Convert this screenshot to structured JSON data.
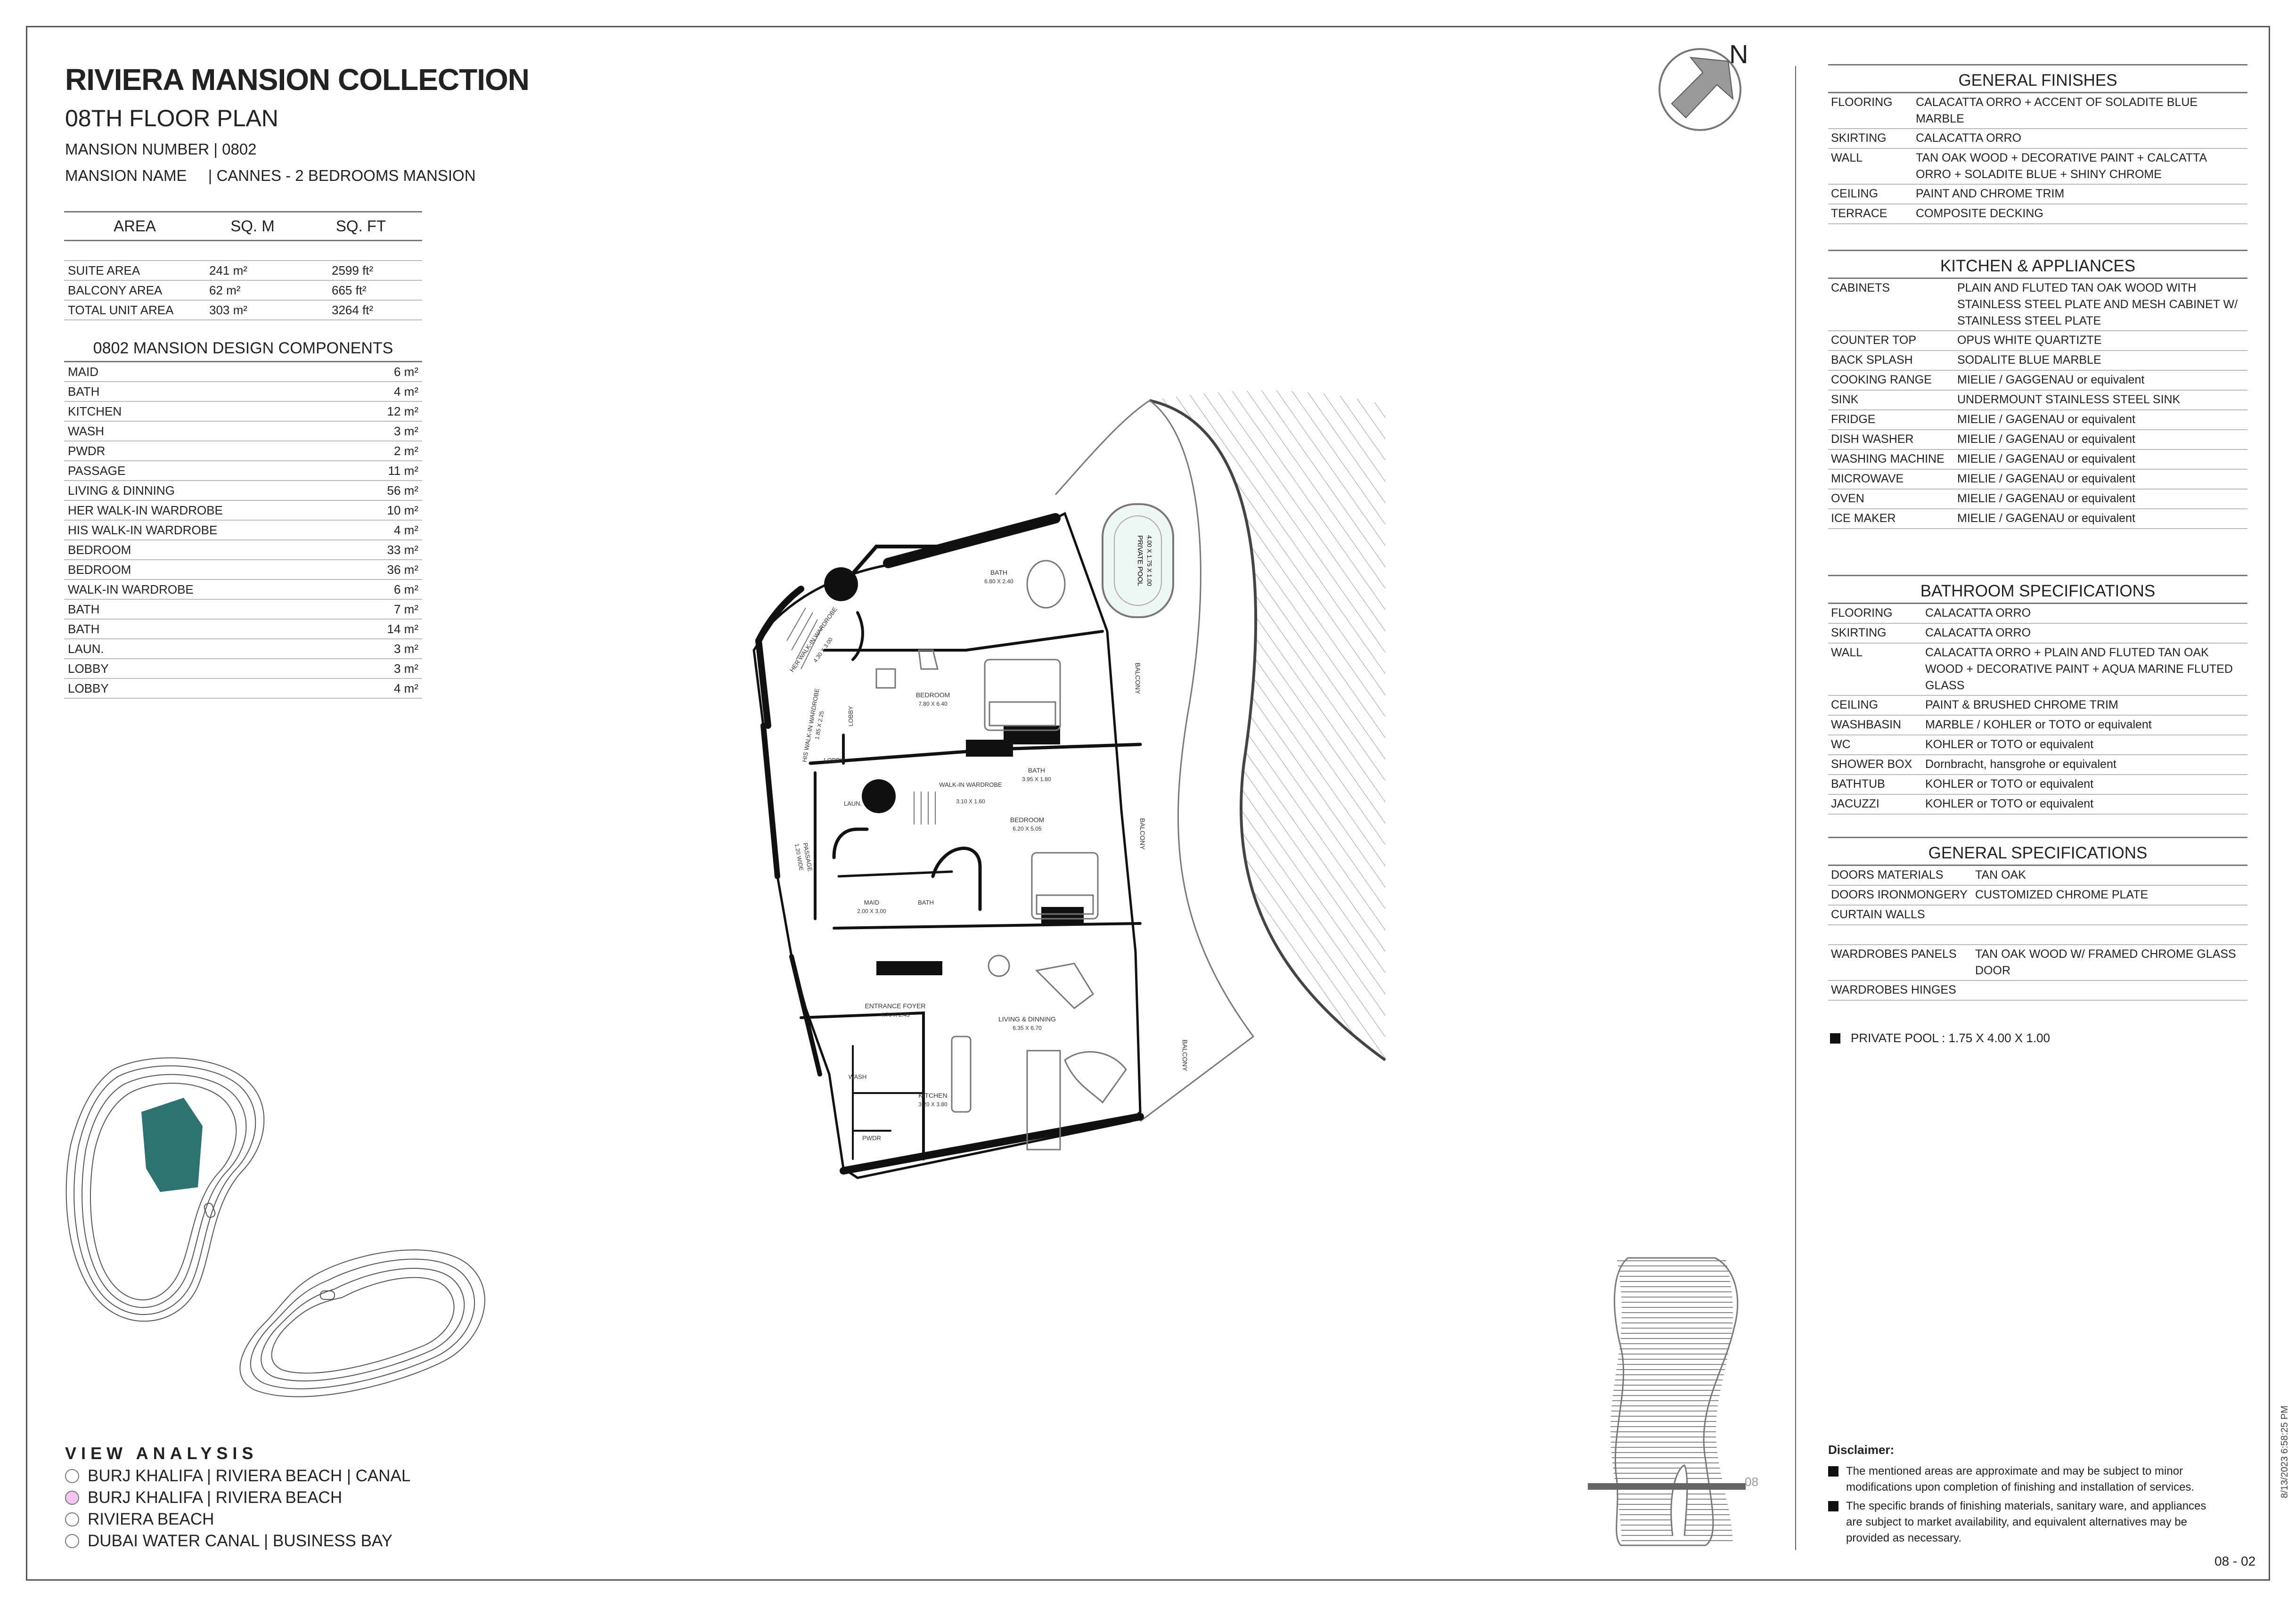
{
  "header": {
    "title": "RIVIERA MANSION COLLECTION",
    "floor": "08TH FLOOR PLAN",
    "mansion_number_label": "MANSION NUMBER",
    "mansion_number": "| 0802",
    "mansion_name_label": "MANSION NAME",
    "mansion_name": "| CANNES - 2 BEDROOMS MANSION"
  },
  "area": {
    "headers": [
      "AREA",
      "SQ. M",
      "SQ. FT"
    ],
    "rows": [
      {
        "label": "SUITE AREA",
        "sqm": "241 m²",
        "sqft": "2599 ft²"
      },
      {
        "label": "BALCONY AREA",
        "sqm": "62 m²",
        "sqft": "665 ft²"
      },
      {
        "label": "TOTAL UNIT AREA",
        "sqm": "303 m²",
        "sqft": "3264 ft²"
      }
    ]
  },
  "components": {
    "title": "0802 MANSION DESIGN COMPONENTS",
    "rows": [
      {
        "name": "MAID",
        "value": "6 m²"
      },
      {
        "name": "BATH",
        "value": "4 m²"
      },
      {
        "name": "KITCHEN",
        "value": "12 m²"
      },
      {
        "name": "WASH",
        "value": "3 m²"
      },
      {
        "name": "PWDR",
        "value": "2 m²"
      },
      {
        "name": "PASSAGE",
        "value": "11 m²"
      },
      {
        "name": "LIVING & DINNING",
        "value": "56 m²"
      },
      {
        "name": "HER WALK-IN WARDROBE",
        "value": "10 m²"
      },
      {
        "name": "HIS WALK-IN WARDROBE",
        "value": "4 m²"
      },
      {
        "name": "BEDROOM",
        "value": "33 m²"
      },
      {
        "name": "BEDROOM",
        "value": "36 m²"
      },
      {
        "name": "WALK-IN WARDROBE",
        "value": "6 m²"
      },
      {
        "name": "BATH",
        "value": "7 m²"
      },
      {
        "name": "BATH",
        "value": "14 m²"
      },
      {
        "name": "LAUN.",
        "value": "3 m²"
      },
      {
        "name": "LOBBY",
        "value": "3 m²"
      },
      {
        "name": "LOBBY",
        "value": "4 m²"
      }
    ]
  },
  "general_finishes": {
    "title": "GENERAL FINISHES",
    "rows": [
      {
        "k": "FLOORING",
        "v": "CALACATTA ORRO + ACCENT OF SOLADITE BLUE MARBLE"
      },
      {
        "k": "SKIRTING",
        "v": "CALACATTA ORRO"
      },
      {
        "k": "WALL",
        "v": "TAN OAK WOOD + DECORATIVE PAINT + CALCATTA ORRO + SOLADITE BLUE + SHINY CHROME"
      },
      {
        "k": "CEILING",
        "v": "PAINT AND CHROME TRIM"
      },
      {
        "k": "TERRACE",
        "v": "COMPOSITE DECKING"
      }
    ]
  },
  "kitchen": {
    "title": "KITCHEN & APPLIANCES",
    "rows": [
      {
        "k": "CABINETS",
        "v": "PLAIN AND FLUTED TAN OAK WOOD WITH STAINLESS STEEL PLATE AND MESH CABINET W/ STAINLESS STEEL PLATE"
      },
      {
        "k": "COUNTER TOP",
        "v": "OPUS WHITE QUARTIZTE"
      },
      {
        "k": "BACK SPLASH",
        "v": "SODALITE BLUE MARBLE"
      },
      {
        "k": "COOKING RANGE",
        "v": "MIELIE / GAGGENAU or equivalent"
      },
      {
        "k": "SINK",
        "v": "UNDERMOUNT STAINLESS STEEL SINK"
      },
      {
        "k": "FRIDGE",
        "v": "MIELIE / GAGENAU or equivalent"
      },
      {
        "k": "DISH WASHER",
        "v": "MIELIE / GAGENAU or equivalent"
      },
      {
        "k": "WASHING MACHINE",
        "v": "MIELIE / GAGENAU or equivalent"
      },
      {
        "k": "MICROWAVE",
        "v": "MIELIE / GAGENAU or equivalent"
      },
      {
        "k": "OVEN",
        "v": "MIELIE / GAGENAU or equivalent"
      },
      {
        "k": "ICE MAKER",
        "v": "MIELIE / GAGENAU or equivalent"
      }
    ]
  },
  "bathroom": {
    "title": "BATHROOM SPECIFICATIONS",
    "rows": [
      {
        "k": "FLOORING",
        "v": "CALACATTA ORRO"
      },
      {
        "k": "SKIRTING",
        "v": "CALACATTA ORRO"
      },
      {
        "k": "WALL",
        "v": "CALACATTA ORRO + PLAIN AND FLUTED TAN OAK WOOD + DECORATIVE PAINT + AQUA MARINE FLUTED GLASS"
      },
      {
        "k": "CEILING",
        "v": "PAINT & BRUSHED CHROME TRIM"
      },
      {
        "k": "WASHBASIN",
        "v": "MARBLE / KOHLER or TOTO or equivalent"
      },
      {
        "k": "WC",
        "v": "KOHLER or TOTO or equivalent"
      },
      {
        "k": "SHOWER BOX",
        "v": "Dornbracht, hansgrohe or equivalent"
      },
      {
        "k": "BATHTUB",
        "v": "KOHLER or TOTO or equivalent"
      },
      {
        "k": "JACUZZI",
        "v": "KOHLER or TOTO or equivalent"
      }
    ]
  },
  "general_specs": {
    "title": "GENERAL SPECIFICATIONS",
    "rows": [
      {
        "k": "DOORS MATERIALS",
        "v": "TAN OAK"
      },
      {
        "k": "DOORS IRONMONGERY",
        "v": "CUSTOMIZED CHROME PLATE"
      },
      {
        "k": "CURTAIN WALLS",
        "v": ""
      },
      {
        "k": "",
        "v": ""
      },
      {
        "k": "WARDROBES PANELS",
        "v": "TAN OAK WOOD W/ FRAMED CHROME GLASS DOOR"
      },
      {
        "k": "WARDROBES HINGES",
        "v": ""
      }
    ]
  },
  "pool_note": "PRIVATE POOL :  1.75 X 4.00 X 1.00",
  "north_label": "N",
  "view_analysis": {
    "title": "VIEW ANALYSIS",
    "items": [
      {
        "label": "BURJ KHALIFA | RIVIERA BEACH | CANAL",
        "color": "#ffffff"
      },
      {
        "label": "BURJ KHALIFA | RIVIERA BEACH",
        "color": "#f3c6ef"
      },
      {
        "label": "RIVIERA BEACH",
        "color": "#ffffff"
      },
      {
        "label": "DUBAI WATER CANAL | BUSINESS BAY",
        "color": "#ffffff"
      }
    ]
  },
  "disclaimer": {
    "title": "Disclaimer:",
    "items": [
      "The mentioned areas are approximate and may be subject to minor modifications  upon completion of finishing and installation of services.",
      "The specific brands of finishing materials, sanitary ware, and appliances are subject to market availability, and equivalent alternatives may be provided as necessary."
    ]
  },
  "elevation_label": "08",
  "page_number": "08 - 02",
  "timestamp": "8/13/2023 6:58:25 PM",
  "plan_labels": {
    "bath1": "BATH",
    "bath1_dim": "6.80 X 2.40",
    "her_wardrobe": "HER WALK-IN WARDROBE",
    "her_wardrobe_dim": "4.30 X 3.00",
    "his_wardrobe": "HIS WALK-IN WARDROBE",
    "his_wardrobe_dim": "1.85 X 2.25",
    "lobby1": "LOBBY",
    "lobby2": "LOBBY",
    "bedroom1": "BEDROOM",
    "bedroom1_dim": "7.80 X 6.40",
    "balcony": "BALCONY",
    "pool": "PRIVATE POOL",
    "pool_dim": "4.00 X 1.75 X 1.00",
    "walkin": "WALK-IN WARDROBE",
    "walkin_dim": "3.10 X 1.60",
    "bath2": "BATH",
    "bath2_dim": "3.95 X 1.80",
    "laun": "LAUN.",
    "bedroom2": "BEDROOM",
    "bedroom2_dim": "6.20 X 5.05",
    "passage": "PASSAGE",
    "passage_dim": "1.20 WIDE",
    "maid": "MAID",
    "maid_dim": "2.00 X 3.00",
    "bath3": "BATH",
    "foyer": "ENTRANCE FOYER",
    "foyer_dim": "4.70 X 2.45",
    "living": "LIVING & DINNING",
    "living_dim": "6.35 X 6.70",
    "wash": "WASH",
    "kitchen": "KITCHEN",
    "kitchen_dim": "3.20 X 3.80",
    "pwdr": "PWDR"
  },
  "colors": {
    "keyplan_highlight": "#2f7272",
    "border": "#555555"
  }
}
